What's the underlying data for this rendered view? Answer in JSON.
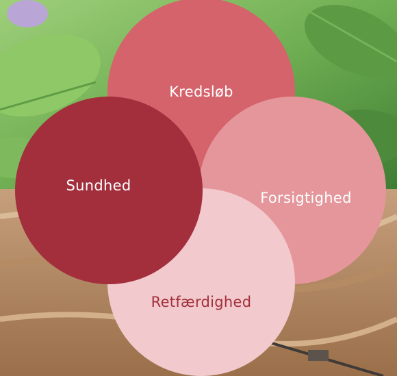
{
  "diagram": {
    "circles": [
      {
        "id": "kredslob",
        "label": "Kredsløb",
        "color": "#d5636b",
        "text_color": "#ffffff"
      },
      {
        "id": "forsigtighed",
        "label": "Forsigtighed",
        "color": "#e4969b",
        "text_color": "#ffffff"
      },
      {
        "id": "retfaerdighed",
        "label": "Retfærdighed",
        "color": "#f2c9cc",
        "text_color": "#a2303c"
      },
      {
        "id": "sundhed",
        "label": "Sundhed",
        "color": "#a32f3d",
        "text_color": "#ffffff"
      }
    ]
  },
  "background": {
    "top_photo": "green-clover-leaves",
    "bottom_photo": "open-pit-mine"
  }
}
